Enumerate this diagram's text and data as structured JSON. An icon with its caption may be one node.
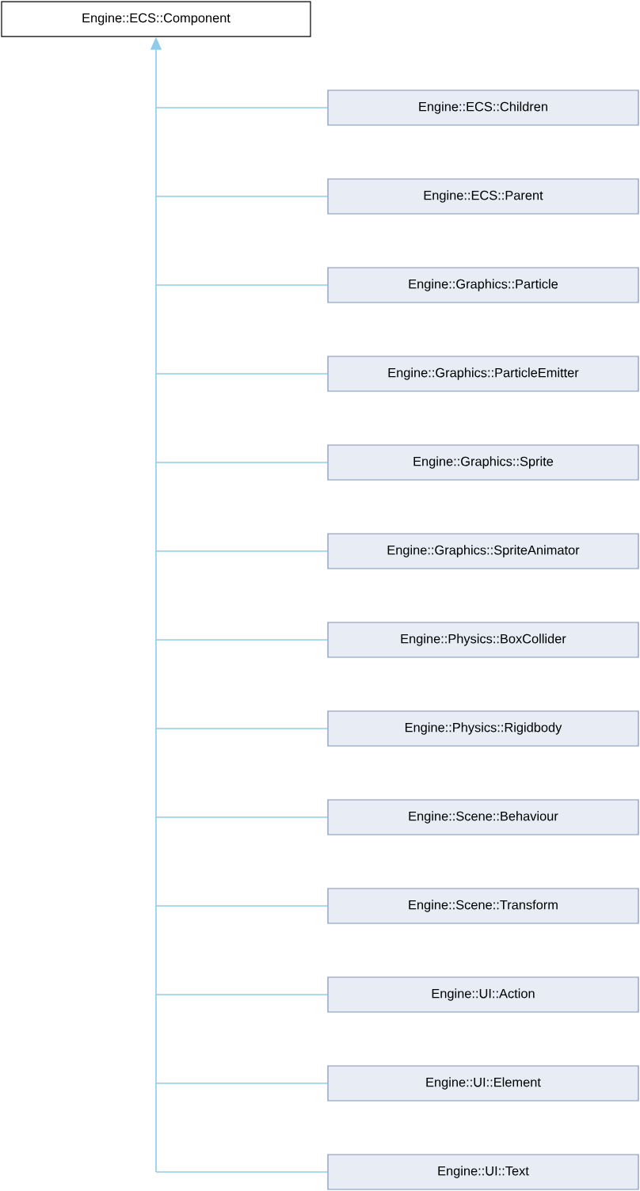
{
  "diagram": {
    "nodes": [
      {
        "text": [
          "Engine::ECS::Component"
        ]
      },
      {
        "text": [
          "Engine::ECS::Children"
        ]
      },
      {
        "text": [
          "Engine::ECS::Parent"
        ]
      },
      {
        "text": [
          "Engine::Graphics::Particle"
        ]
      },
      {
        "text": [
          "Engine::Graphics::ParticleEmitter"
        ]
      },
      {
        "text": [
          "Engine::Graphics::Sprite"
        ]
      },
      {
        "text": [
          "Engine::Graphics::SpriteAnimator"
        ]
      },
      {
        "text": [
          "Engine::Physics::BoxCollider"
        ]
      },
      {
        "text": [
          "Engine::Physics::Rigidbody"
        ]
      },
      {
        "text": [
          "Engine::Scene::Behaviour"
        ]
      },
      {
        "text": [
          "Engine::Scene::Transform"
        ]
      },
      {
        "text": [
          "Engine::UI::Action"
        ]
      },
      {
        "text": [
          "Engine::UI::Element"
        ]
      },
      {
        "text": [
          "Engine::UI::Text"
        ]
      }
    ],
    "edges": [
      {
        "from": 1,
        "to": 0,
        "arrow": "to"
      },
      {
        "from": 2,
        "to": 0,
        "arrow": "to"
      },
      {
        "from": 3,
        "to": 0,
        "arrow": "to"
      },
      {
        "from": 4,
        "to": 0,
        "arrow": "to"
      },
      {
        "from": 5,
        "to": 0,
        "arrow": "to"
      },
      {
        "from": 6,
        "to": 0,
        "arrow": "to"
      },
      {
        "from": 7,
        "to": 0,
        "arrow": "to"
      },
      {
        "from": 8,
        "to": 0,
        "arrow": "to"
      },
      {
        "from": 9,
        "to": 0,
        "arrow": "to"
      },
      {
        "from": 10,
        "to": 0,
        "arrow": "to"
      },
      {
        "from": 11,
        "to": 0,
        "arrow": "to"
      },
      {
        "from": 12,
        "to": 0,
        "arrow": "to"
      },
      {
        "from": 13,
        "to": 0,
        "arrow": "to"
      }
    ]
  }
}
